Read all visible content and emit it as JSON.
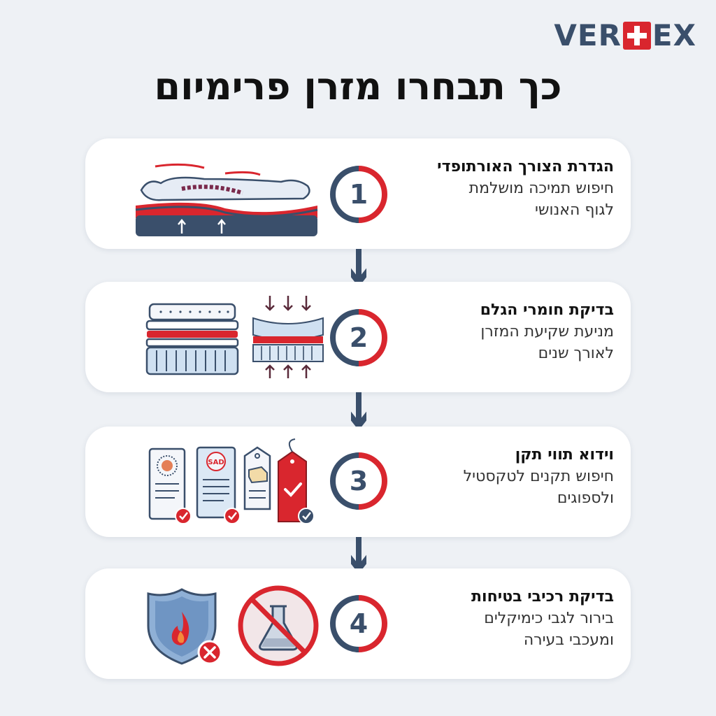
{
  "brand": {
    "logo_left": "VER",
    "logo_right": "EX"
  },
  "title": "כך תבחרו מזרן פרימיום",
  "colors": {
    "navy": "#3a4f6b",
    "red": "#d9262e",
    "background": "#eef1f5",
    "card": "#ffffff"
  },
  "steps": [
    {
      "number": "1",
      "title": "הגדרת הצורך האורתופדי",
      "desc_line1": "חיפוש תמיכה מושלמת",
      "desc_line2": "לגוף האנושי",
      "icon": "spine-mattress-icon"
    },
    {
      "number": "2",
      "title": "בדיקת חומרי הגלם",
      "desc_line1": "מניעת שקיעת המזרן",
      "desc_line2": "לאורך שנים",
      "icon": "mattress-layers-icon"
    },
    {
      "number": "3",
      "title": "וידוא תווי תקן",
      "desc_line1": "חיפוש תקנים לטקסטיל",
      "desc_line2": "ולספוגים",
      "icon": "certification-tags-icon",
      "tag_label": "SAD"
    },
    {
      "number": "4",
      "title": "בדיקת רכיבי בטיחות",
      "desc_line1": "בירור לגבי כימיקלים",
      "desc_line2": "ומעכבי בעירה",
      "icon": "fire-shield-no-chemicals-icon"
    }
  ]
}
